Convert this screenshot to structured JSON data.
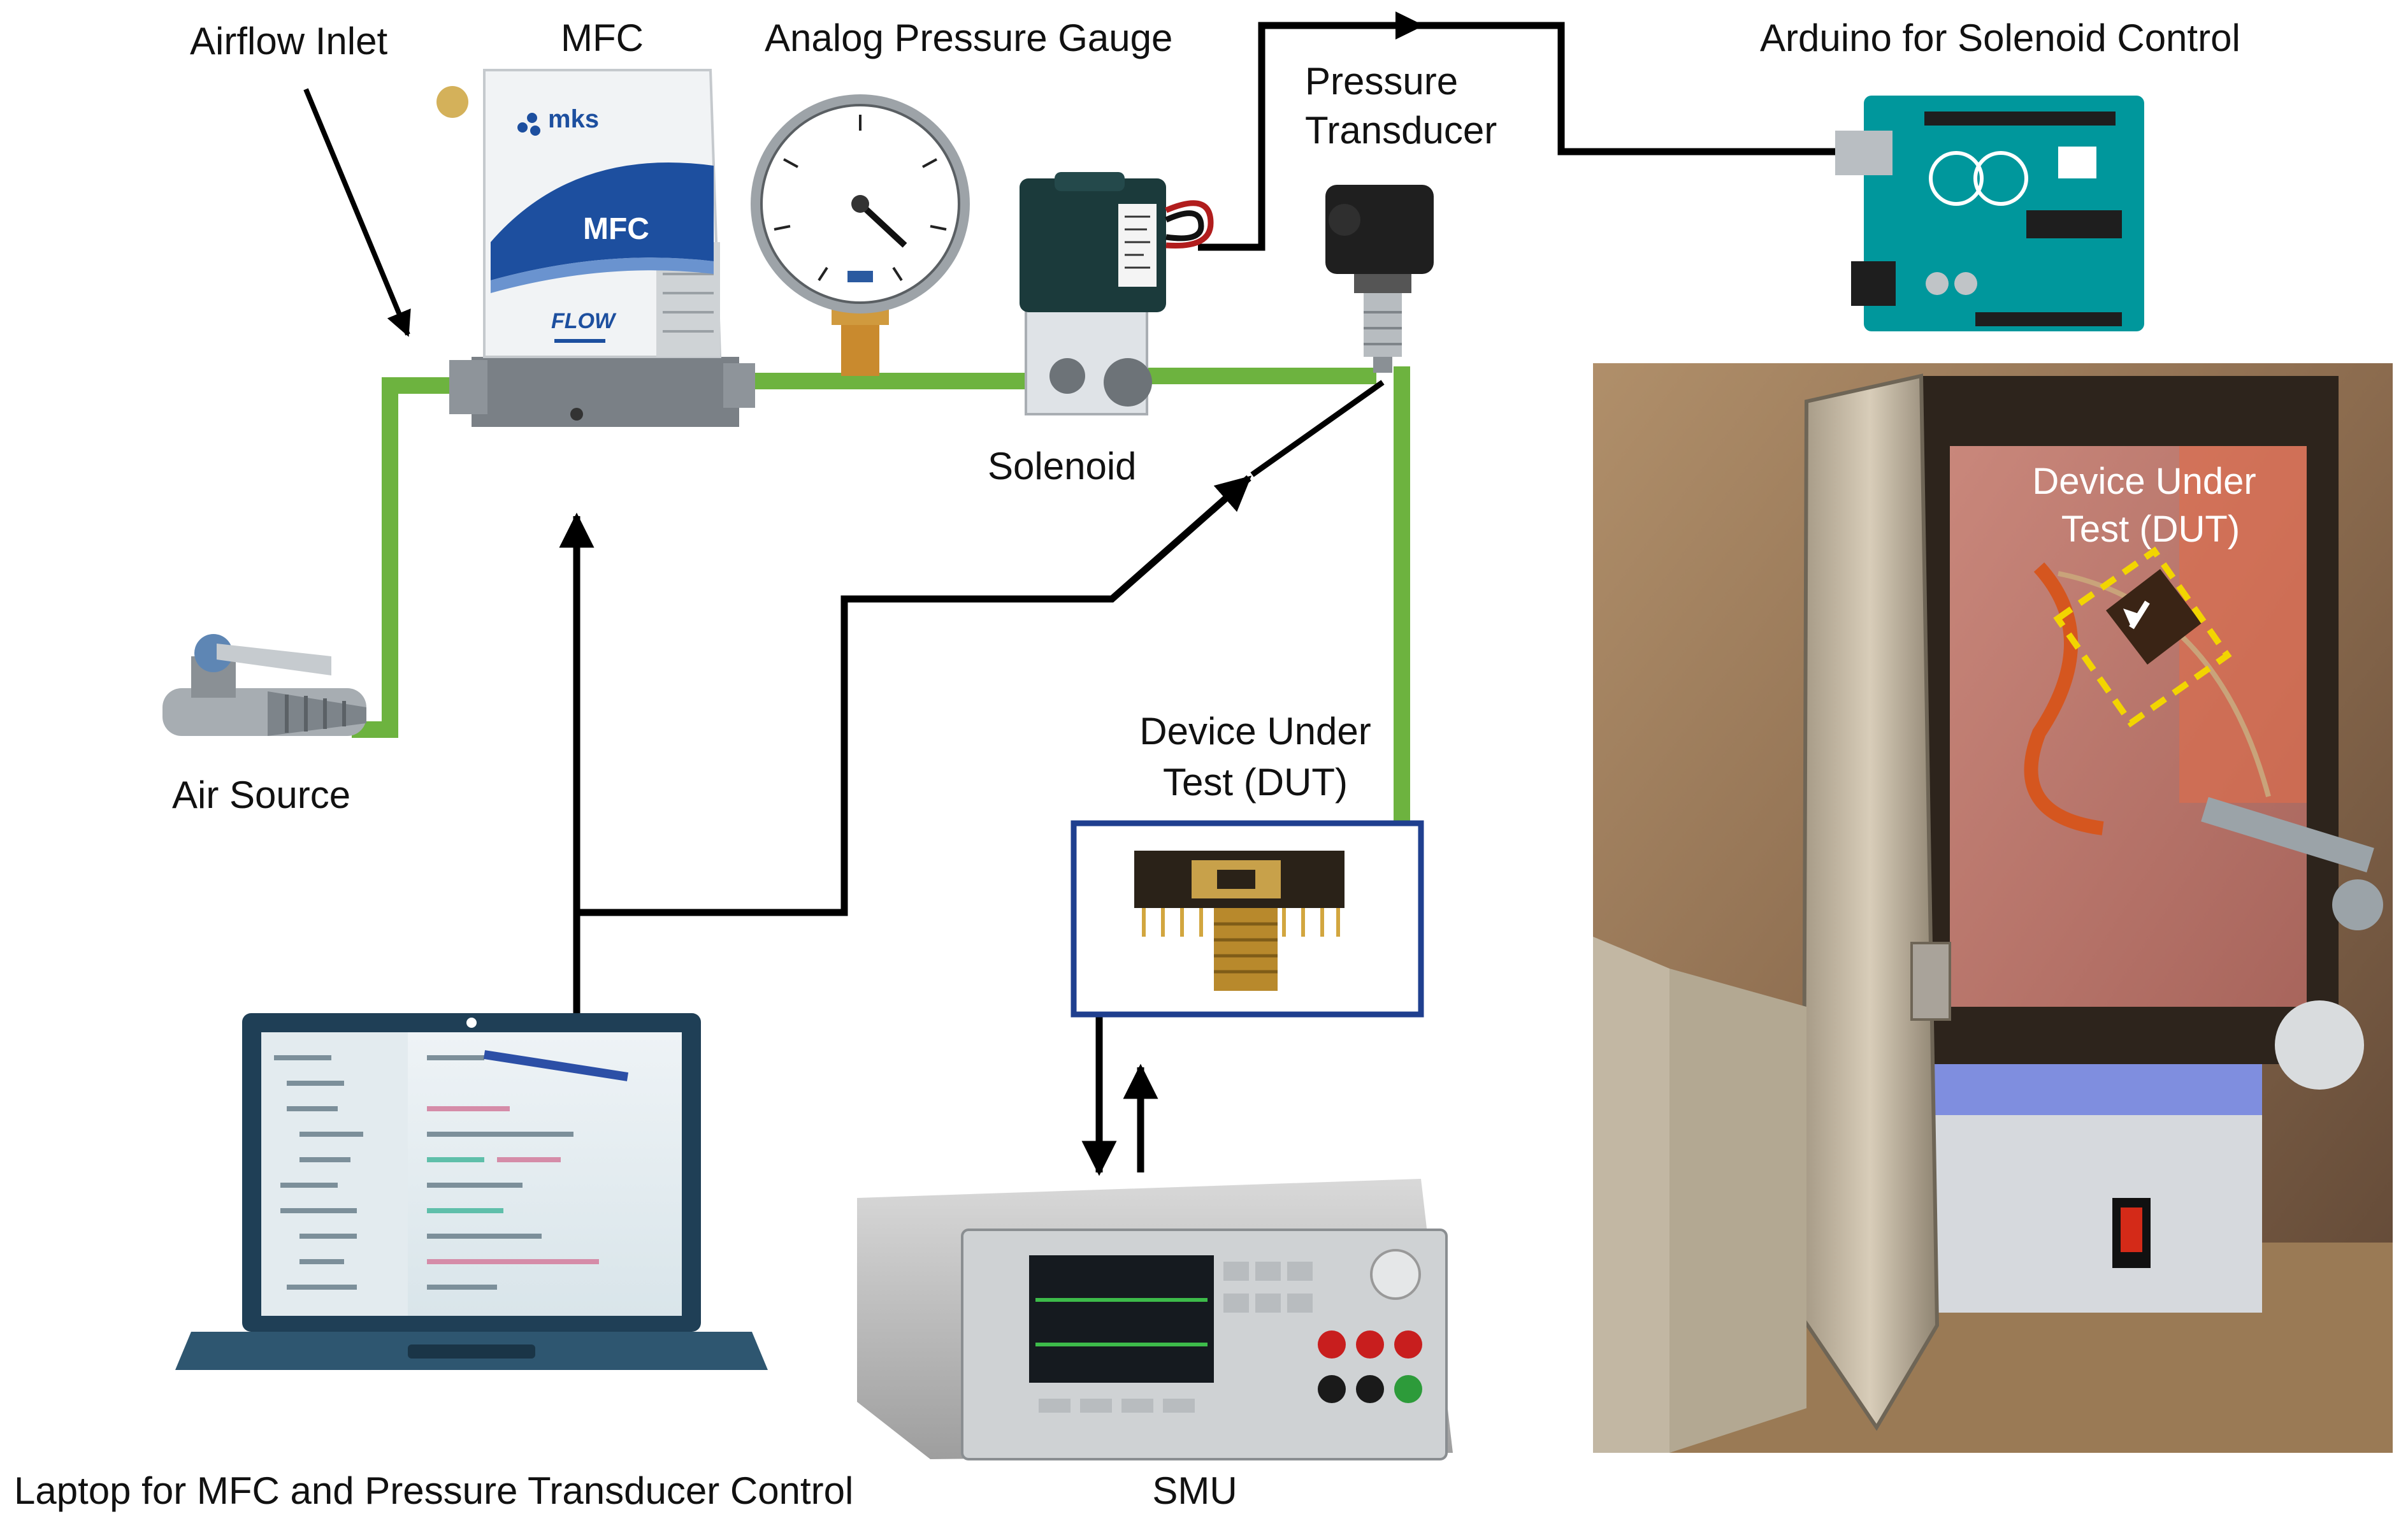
{
  "labels": {
    "airflow_inlet": "Airflow Inlet",
    "mfc": "MFC",
    "analog_gauge": "Analog Pressure Gauge",
    "pressure_transducer_line1": "Pressure",
    "pressure_transducer_line2": "Transducer",
    "arduino": "Arduino for Solenoid Control",
    "solenoid": "Solenoid",
    "air_source": "Air Source",
    "dut_line1": "Device Under",
    "dut_line2": "Test (DUT)",
    "laptop": "Laptop for MFC and Pressure Transducer Control",
    "smu": "SMU",
    "photo_dut_line1": "Device Under",
    "photo_dut_line2": "Test (DUT)"
  },
  "device_text": {
    "mfc_brand": "mks",
    "mfc_face": "MFC",
    "mfc_flow": "FLOW"
  },
  "colors": {
    "tubing": "#6db33f",
    "wire": "#000000",
    "dut_frame": "#1f3f8f",
    "arduino_board": "#00979c",
    "highlight": "#f2d500"
  },
  "icons": [
    "air-valve-icon",
    "mfc-device-icon",
    "pressure-gauge-icon",
    "solenoid-valve-icon",
    "pressure-transducer-icon",
    "arduino-board-icon",
    "dut-chip-icon",
    "laptop-icon",
    "smu-instrument-icon",
    "test-chamber-photo"
  ]
}
